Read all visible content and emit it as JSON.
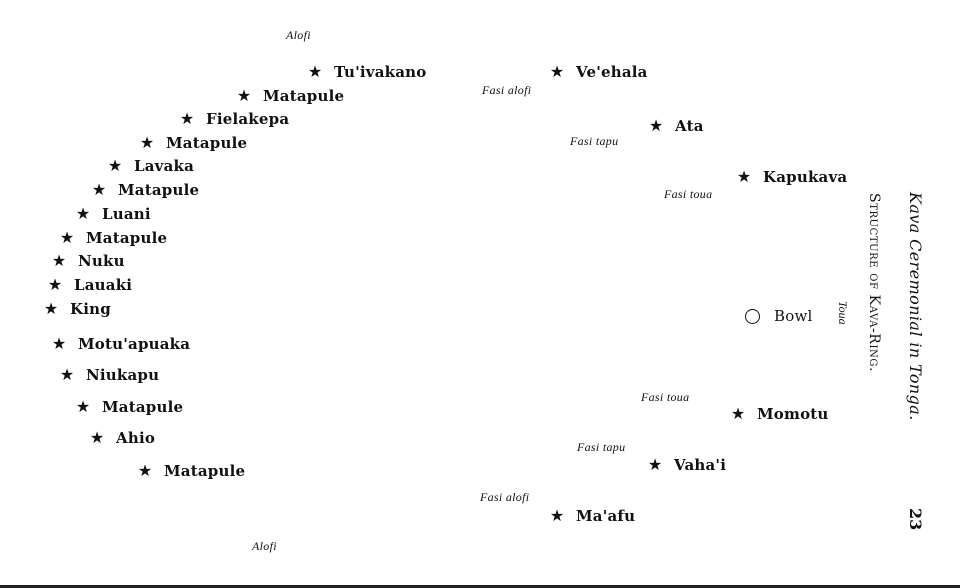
{
  "labels": {
    "alofi_top": "Alofi",
    "alofi_bottom": "Alofi",
    "toua": "Toua"
  },
  "left_arc": [
    {
      "star": "★",
      "name": "Tu'ivakano"
    },
    {
      "star": "★",
      "name": "Matapule"
    },
    {
      "star": "★",
      "name": "Fielakepa"
    },
    {
      "star": "★",
      "name": "Matapule"
    },
    {
      "star": "★",
      "name": "Lavaka"
    },
    {
      "star": "★",
      "name": "Matapule"
    },
    {
      "star": "★",
      "name": "Luani"
    },
    {
      "star": "★",
      "name": "Matapule"
    },
    {
      "star": "★",
      "name": "Nuku"
    },
    {
      "star": "★",
      "name": "Lauaki"
    },
    {
      "star": "★",
      "name": "King"
    },
    {
      "star": "★",
      "name": "Motu'apuaka"
    },
    {
      "star": "★",
      "name": "Niukapu"
    },
    {
      "star": "★",
      "name": "Matapule"
    },
    {
      "star": "★",
      "name": "Ahio"
    },
    {
      "star": "★",
      "name": "Matapule"
    }
  ],
  "right_arc": [
    {
      "star": "★",
      "name": "Ve'ehala"
    },
    {
      "star": "★",
      "name": "Ata"
    },
    {
      "star": "★",
      "name": "Kapukava"
    },
    {
      "star": "★",
      "name": "Momotu"
    },
    {
      "star": "★",
      "name": "Vaha'i"
    },
    {
      "star": "★",
      "name": "Ma'afu"
    }
  ],
  "fasi": [
    "Fasi alofi",
    "Fasi tapu",
    "Fasi toua",
    "Fasi toua",
    "Fasi tapu",
    "Fasi alofi"
  ],
  "bowl": {
    "label": "Bowl"
  },
  "side_text": {
    "structure": "Structure of Kava-Ring.",
    "title": "Kava Ceremonial in Tonga.",
    "page_number": "23"
  }
}
